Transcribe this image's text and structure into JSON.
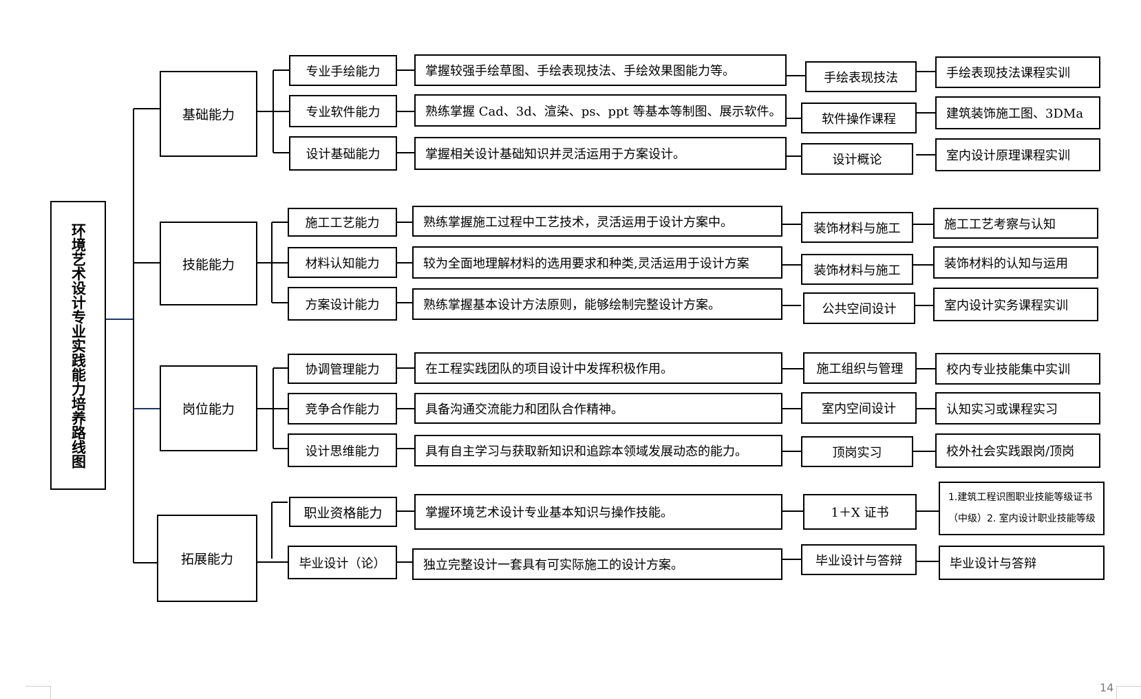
{
  "title": "环境艺术设计专业实践能力培养路线图",
  "page_number": "14",
  "groups": [
    {
      "name": "基础能力",
      "rows": [
        {
          "ability": "专业手绘能力",
          "description": "掌握较强手绘草图、手绘表现技法、手绘效果图能力等。",
          "course": "手绘表现技法",
          "practice": "手绘表现技法课程实训"
        },
        {
          "ability": "专业软件能力",
          "description": "熟练掌握 Cad、3d、渲染、ps、ppt 等基本等制图、展示软件。",
          "course": "软件操作课程",
          "practice": "建筑装饰施工图、3DMa"
        },
        {
          "ability": "设计基础能力",
          "description": "掌握相关设计基础知识并灵活运用于方案设计。",
          "course": "设计概论",
          "practice": "室内设计原理课程实训"
        }
      ]
    },
    {
      "name": "技能能力",
      "rows": [
        {
          "ability": "施工工艺能力",
          "description": "熟练掌握施工过程中工艺技术，灵活运用于设计方案中。",
          "course": "装饰材料与施工",
          "practice": "施工工艺考察与认知"
        },
        {
          "ability": "材料认知能力",
          "description": "较为全面地理解材料的选用要求和种类,灵活运用于设计方案",
          "course": "装饰材料与施工",
          "practice": "装饰材料的认知与运用"
        },
        {
          "ability": "方案设计能力",
          "description": "熟练掌握基本设计方法原则，能够绘制完整设计方案。",
          "course": "公共空间设计",
          "practice": "室内设计实务课程实训"
        }
      ]
    },
    {
      "name": "岗位能力",
      "rows": [
        {
          "ability": "协调管理能力",
          "description": "在工程实践团队的项目设计中发挥积极作用。",
          "course": "施工组织与管理",
          "practice": "校内专业技能集中实训"
        },
        {
          "ability": "竞争合作能力",
          "description": "具备沟通交流能力和团队合作精神。",
          "course": "室内空间设计",
          "practice": "认知实习或课程实习"
        },
        {
          "ability": "设计思维能力",
          "description": "具有自主学习与获取新知识和追踪本领域发展动态的能力。",
          "course": "顶岗实习",
          "practice": "校外社会实践跟岗/顶岗"
        }
      ]
    },
    {
      "name": "拓展能力",
      "rows": [
        {
          "ability": "职业资格能力",
          "description": "掌握环境艺术设计专业基本知识与操作技能。",
          "course": "1＋X 证书",
          "practice_lines": [
            "1.建筑工程识图职业技能等级证书",
            "（中级）2. 室内设计职业技能等级"
          ]
        },
        {
          "ability": "毕业设计（论）",
          "description": "独立完整设计一套具有可实际施工的设计方案。",
          "course": "毕业设计与答辩",
          "practice": "毕业设计与答辩"
        }
      ]
    }
  ]
}
